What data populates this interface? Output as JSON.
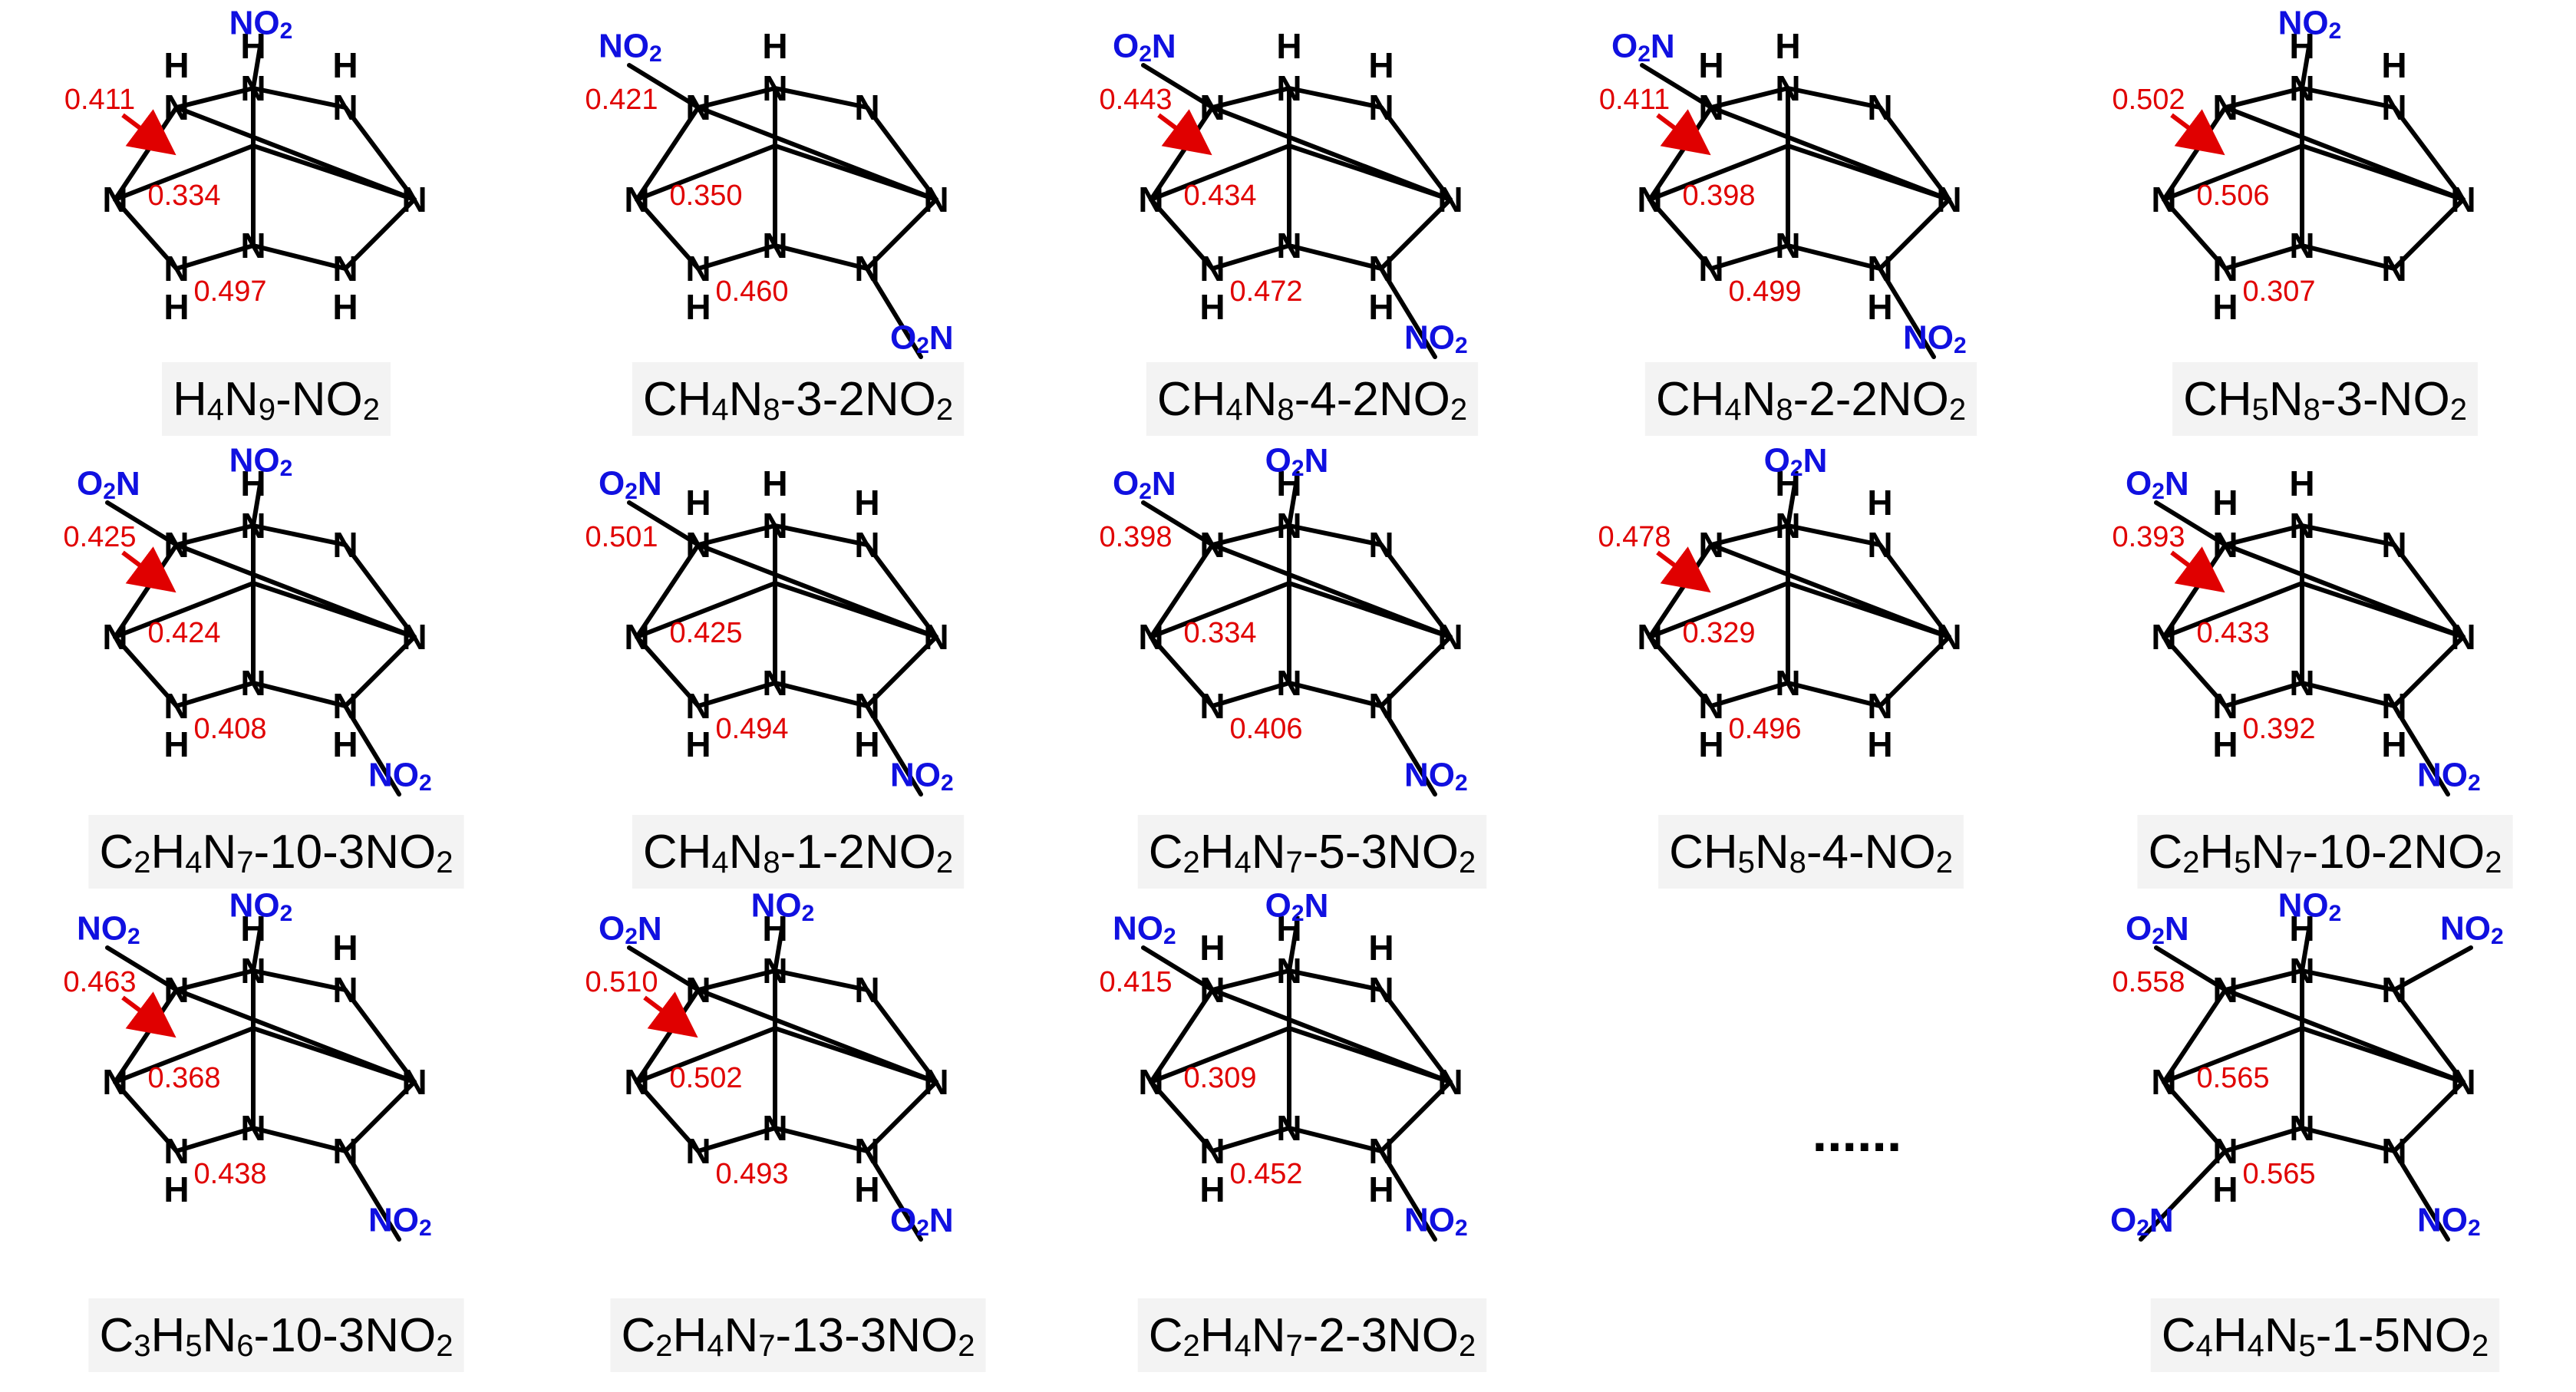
{
  "structures": [
    {
      "formula": [
        "H",
        "4",
        "N",
        "9",
        "-NO",
        "2",
        ""
      ],
      "nitro_labels": [
        "NO2"
      ],
      "values": [
        "0.411",
        "0.334",
        "0.497"
      ]
    },
    {
      "formula": [
        "CH",
        "4",
        "N",
        "8",
        "-3-2NO",
        "2",
        ""
      ],
      "nitro_labels": [
        "NO2",
        "O2N"
      ],
      "values": [
        "0.421",
        "0.350",
        "0.460"
      ]
    },
    {
      "formula": [
        "CH",
        "4",
        "N",
        "8",
        "-4-2NO",
        "2",
        ""
      ],
      "nitro_labels": [
        "O2N",
        "NO2"
      ],
      "values": [
        "0.443",
        "0.434",
        "0.472"
      ]
    },
    {
      "formula": [
        "CH",
        "4",
        "N",
        "8",
        "-2-2NO",
        "2",
        ""
      ],
      "nitro_labels": [
        "O2N",
        "NO2"
      ],
      "values": [
        "0.411",
        "0.398",
        "0.499"
      ]
    },
    {
      "formula": [
        "CH",
        "5",
        "N",
        "8",
        "-3-NO",
        "2",
        ""
      ],
      "nitro_labels": [
        "NO2"
      ],
      "values": [
        "0.502",
        "0.506",
        "0.307"
      ]
    },
    {
      "formula": [
        "C",
        "2",
        "H",
        "4",
        "N",
        "7",
        "-10-3NO",
        "2",
        ""
      ],
      "nitro_labels": [
        "O2N",
        "NO2",
        "NO2"
      ],
      "values": [
        "0.425",
        "0.424",
        "0.408"
      ]
    },
    {
      "formula": [
        "CH",
        "4",
        "N",
        "8",
        "-1-2NO",
        "2",
        ""
      ],
      "nitro_labels": [
        "O2N",
        "NO2"
      ],
      "values": [
        "0.501",
        "0.425",
        "0.494"
      ]
    },
    {
      "formula": [
        "C",
        "2",
        "H",
        "4",
        "N",
        "7",
        "-5-3NO",
        "2",
        ""
      ],
      "nitro_labels": [
        "O2N",
        "O2N",
        "NO2"
      ],
      "values": [
        "0.398",
        "0.334",
        "0.406"
      ]
    },
    {
      "formula": [
        "CH",
        "5",
        "N",
        "8",
        "-4-NO",
        "2",
        ""
      ],
      "nitro_labels": [
        "O2N"
      ],
      "values": [
        "0.478",
        "0.329",
        "0.496"
      ]
    },
    {
      "formula": [
        "C",
        "2",
        "H",
        "5",
        "N",
        "7",
        "-10-2NO",
        "2",
        ""
      ],
      "nitro_labels": [
        "O2N",
        "NO2"
      ],
      "values": [
        "0.393",
        "0.433",
        "0.392"
      ]
    },
    {
      "formula": [
        "C",
        "3",
        "H",
        "5",
        "N",
        "6",
        "-10-3NO",
        "2",
        ""
      ],
      "nitro_labels": [
        "NO2",
        "NO2",
        "NO2"
      ],
      "values": [
        "0.463",
        "0.368",
        "0.438"
      ]
    },
    {
      "formula": [
        "C",
        "2",
        "H",
        "4",
        "N",
        "7",
        "-13-3NO",
        "2",
        ""
      ],
      "nitro_labels": [
        "O2N",
        "NO2",
        "O2N"
      ],
      "values": [
        "0.510",
        "0.502",
        "0.493"
      ]
    },
    {
      "formula": [
        "C",
        "2",
        "H",
        "4",
        "N",
        "7",
        "-2-3NO",
        "2",
        ""
      ],
      "nitro_labels": [
        "NO2",
        "O2N",
        "NO2"
      ],
      "values": [
        "0.415",
        "0.309",
        "0.452"
      ]
    },
    {
      "formula": [
        "C",
        "4",
        "H",
        "4",
        "N",
        "5",
        "-1-5NO",
        "2",
        ""
      ],
      "nitro_labels": [
        "NO2",
        "O2N",
        "NO2",
        "O2N",
        "NO2"
      ],
      "values": [
        "0.558",
        "0.565",
        "0.565"
      ]
    }
  ],
  "ellipsis": "......",
  "colors": {
    "atom": "#000000",
    "nitro": "#1010e0",
    "value": "#e00000"
  }
}
